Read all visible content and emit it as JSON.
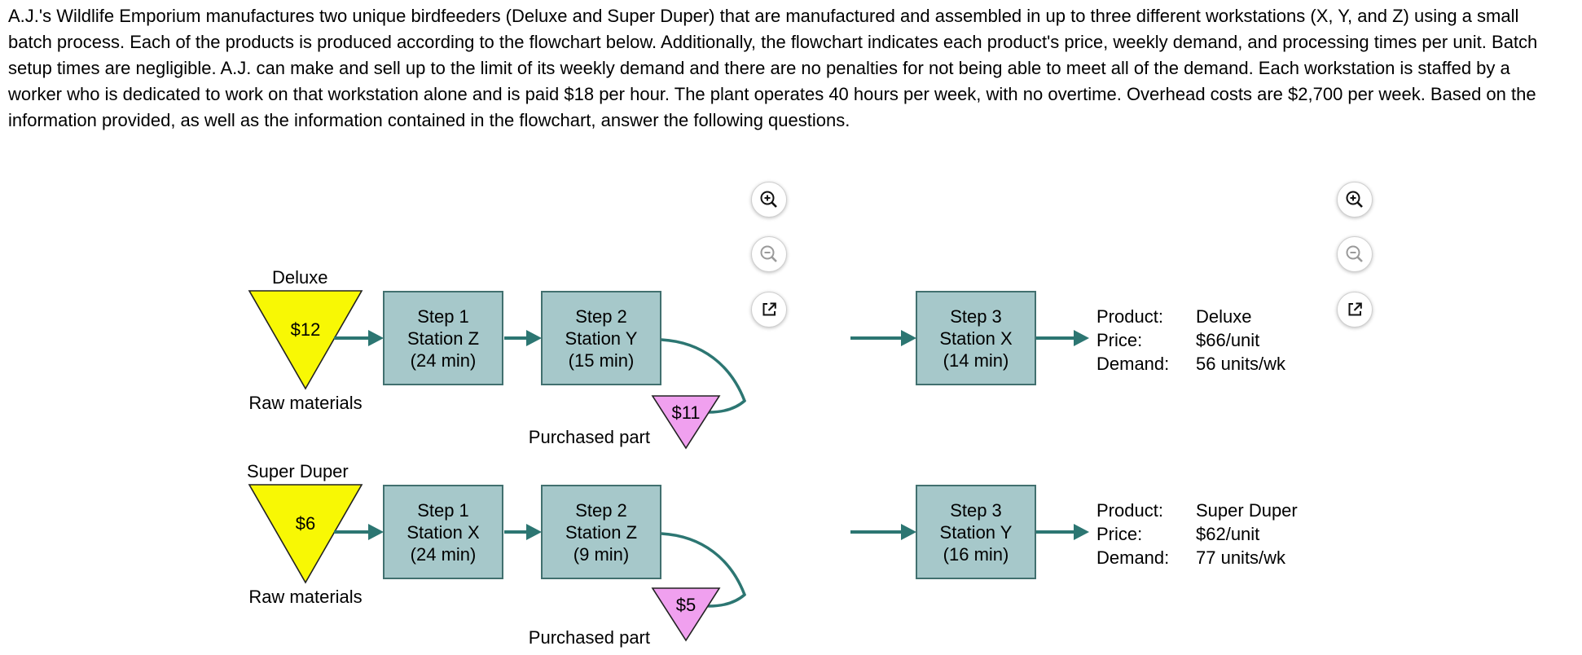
{
  "problem_text": "A.J.'s Wildlife Emporium manufactures two unique birdfeeders (Deluxe and Super Duper) that are manufactured and assembled in up to three different workstations (X, Y, and Z) using a small batch process. Each of the products is produced according to the flowchart below. Additionally, the flowchart indicates each product's price, weekly demand, and processing times per unit. Batch setup times are negligible. A.J. can make and sell up to the limit of its weekly demand and there are no penalties for not being able to meet all of the demand. Each workstation is staffed by a worker who is dedicated to work on that workstation alone and is paid $18 per hour. The plant operates 40 hours per week, with no overtime. Overhead costs are $2,700 per week. Based on the information provided, as well as the information contained in the flowchart, answer the following questions.",
  "colors": {
    "station_fill": "#a6c8ca",
    "station_border": "#41706f",
    "arrow": "#2c7672",
    "raw_material_fill": "#f8f804",
    "purchased_part_fill": "#f0a0ef",
    "shape_border": "#222222"
  },
  "icons": {
    "zoom_in": "magnifier-plus",
    "zoom_out": "magnifier-minus",
    "open_external": "open-in-new"
  },
  "rows": [
    {
      "product_label": "Deluxe",
      "raw_cost": "$12",
      "raw_materials_label": "Raw materials",
      "purchased_cost": "$11",
      "purchased_part_label": "Purchased part",
      "steps": [
        {
          "title": "Step 1",
          "station": "Station Z",
          "time": "(24 min)"
        },
        {
          "title": "Step 2",
          "station": "Station Y",
          "time": "(15 min)"
        },
        {
          "title": "Step 3",
          "station": "Station X",
          "time": "(14 min)"
        }
      ],
      "info": {
        "product_label": "Product:",
        "product_value": "Deluxe",
        "price_label": "Price:",
        "price_value": "$66/unit",
        "demand_label": "Demand:",
        "demand_value": "56 units/wk"
      }
    },
    {
      "product_label": "Super Duper",
      "raw_cost": "$6",
      "raw_materials_label": "Raw materials",
      "purchased_cost": "$5",
      "purchased_part_label": "Purchased part",
      "steps": [
        {
          "title": "Step 1",
          "station": "Station X",
          "time": "(24 min)"
        },
        {
          "title": "Step 2",
          "station": "Station Z",
          "time": "(9 min)"
        },
        {
          "title": "Step 3",
          "station": "Station Y",
          "time": "(16 min)"
        }
      ],
      "info": {
        "product_label": "Product:",
        "product_value": "Super Duper",
        "price_label": "Price:",
        "price_value": "$62/unit",
        "demand_label": "Demand:",
        "demand_value": "77 units/wk"
      }
    }
  ]
}
